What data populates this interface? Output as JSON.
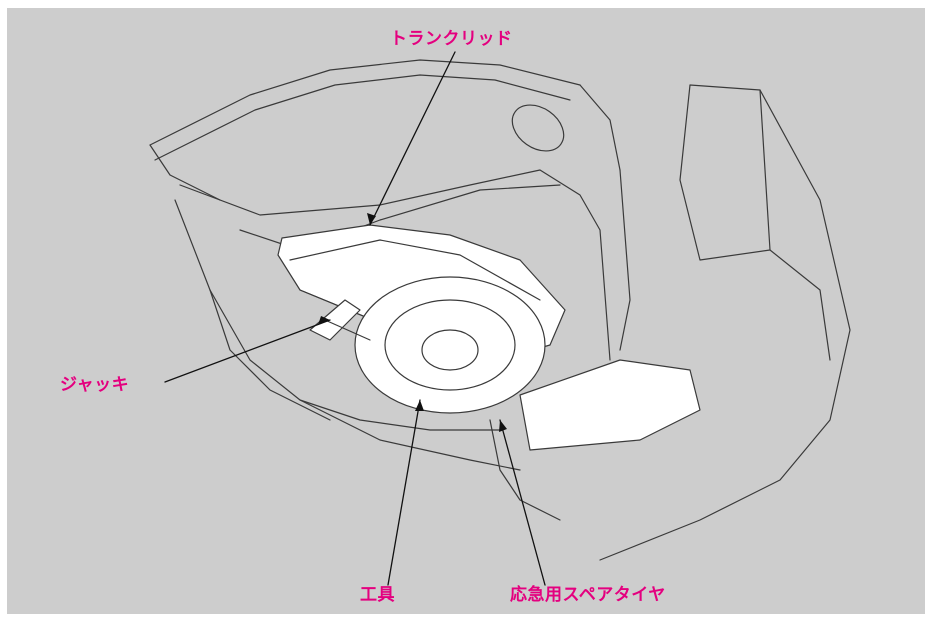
{
  "figure": {
    "background_color": "#cdcdcd",
    "label_color": "#e4007f",
    "labels": {
      "trunk_lid": "トランクリッド",
      "jack": "ジャッキ",
      "tools": "工具",
      "spare_tire": "応急用スペアタイヤ"
    }
  }
}
